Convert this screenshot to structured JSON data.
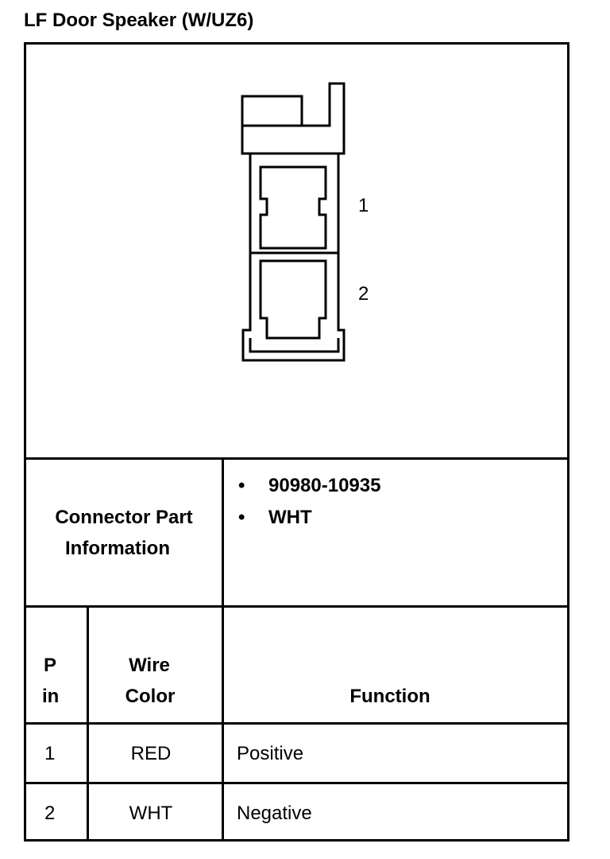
{
  "title": "LF Door Speaker (W/UZ6)",
  "connector": {
    "pin_labels": [
      "1",
      "2"
    ]
  },
  "part_info": {
    "label_line1": "Connector Part",
    "label_line2": "Information",
    "bullet_symbol": "•",
    "items": [
      "90980-10935",
      "WHT"
    ]
  },
  "pin_table": {
    "headers": {
      "pin_line1": "P",
      "pin_line2": "in",
      "wire_line1": "Wire",
      "wire_line2": "Color",
      "function": "Function"
    },
    "rows": [
      {
        "pin": "1",
        "wire_color": "RED",
        "function": "Positive"
      },
      {
        "pin": "2",
        "wire_color": "WHT",
        "function": "Negative"
      }
    ]
  }
}
